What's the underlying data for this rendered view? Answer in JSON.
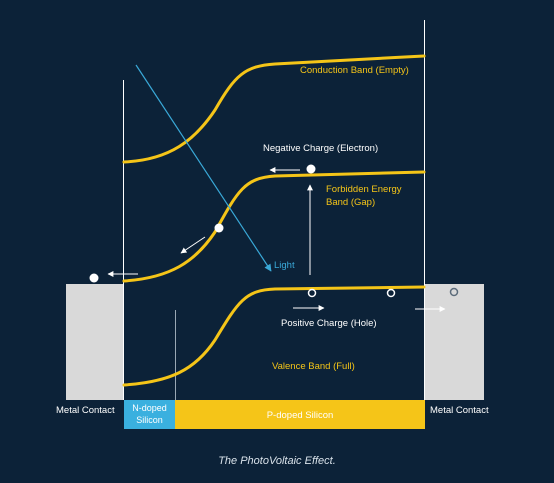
{
  "colors": {
    "background": "#0c2238",
    "band": "#f5c518",
    "light_ray": "#3aa9d8",
    "n_doped": "#3ab0df",
    "p_doped": "#f5c518",
    "metal": "#d9d9d9",
    "line": "#ffffff"
  },
  "labels": {
    "conduction_band": "Conduction Band (Empty)",
    "negative_charge": "Negative Charge (Electron)",
    "forbidden_gap_line1": "Forbidden Energy",
    "forbidden_gap_line2": "Band (Gap)",
    "light": "Light",
    "positive_charge": "Positive Charge (Hole)",
    "valence_band": "Valence Band (Full)",
    "metal_contact_left": "Metal Contact",
    "metal_contact_right": "Metal Contact",
    "n_doped_line1": "N-doped",
    "n_doped_line2": "Silicon",
    "p_doped": "P-doped Silicon"
  },
  "caption": "The PhotoVoltaic Effect."
}
